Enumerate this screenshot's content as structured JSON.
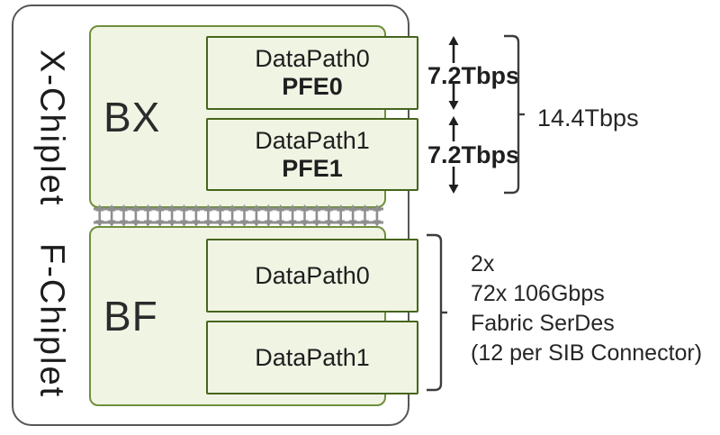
{
  "diagram": {
    "x_chiplet": "X-Chiplet",
    "f_chiplet": "F-Chiplet",
    "bx": {
      "label": "BX",
      "datapaths": [
        {
          "title": "DataPath0",
          "subtitle": "PFE0"
        },
        {
          "title": "DataPath1",
          "subtitle": "PFE1"
        }
      ]
    },
    "bf": {
      "label": "BF",
      "datapaths": [
        {
          "title": "DataPath0"
        },
        {
          "title": "DataPath1"
        }
      ]
    },
    "annotations": {
      "pfe0_bandwidth": "7.2Tbps",
      "pfe1_bandwidth": "7.2Tbps",
      "total_bandwidth": "14.4Tbps",
      "fabric_note_lines": [
        "2x",
        "72x 106Gbps",
        "Fabric SerDes",
        "(12 per SIB Connector)"
      ]
    },
    "icons": {
      "up_arrow": "vertical-arrow-up",
      "down_arrow": "vertical-arrow-down",
      "interconnect": "zipper-interconnect",
      "bracket": "grouping-bracket"
    },
    "colors": {
      "box_fill": "#f0f4e3",
      "outer_green_border": "#6f8f3c",
      "inner_green_border": "#46651c",
      "package_border": "#565656",
      "connector_gray": "#8e8e8e",
      "text": "#212121"
    }
  }
}
